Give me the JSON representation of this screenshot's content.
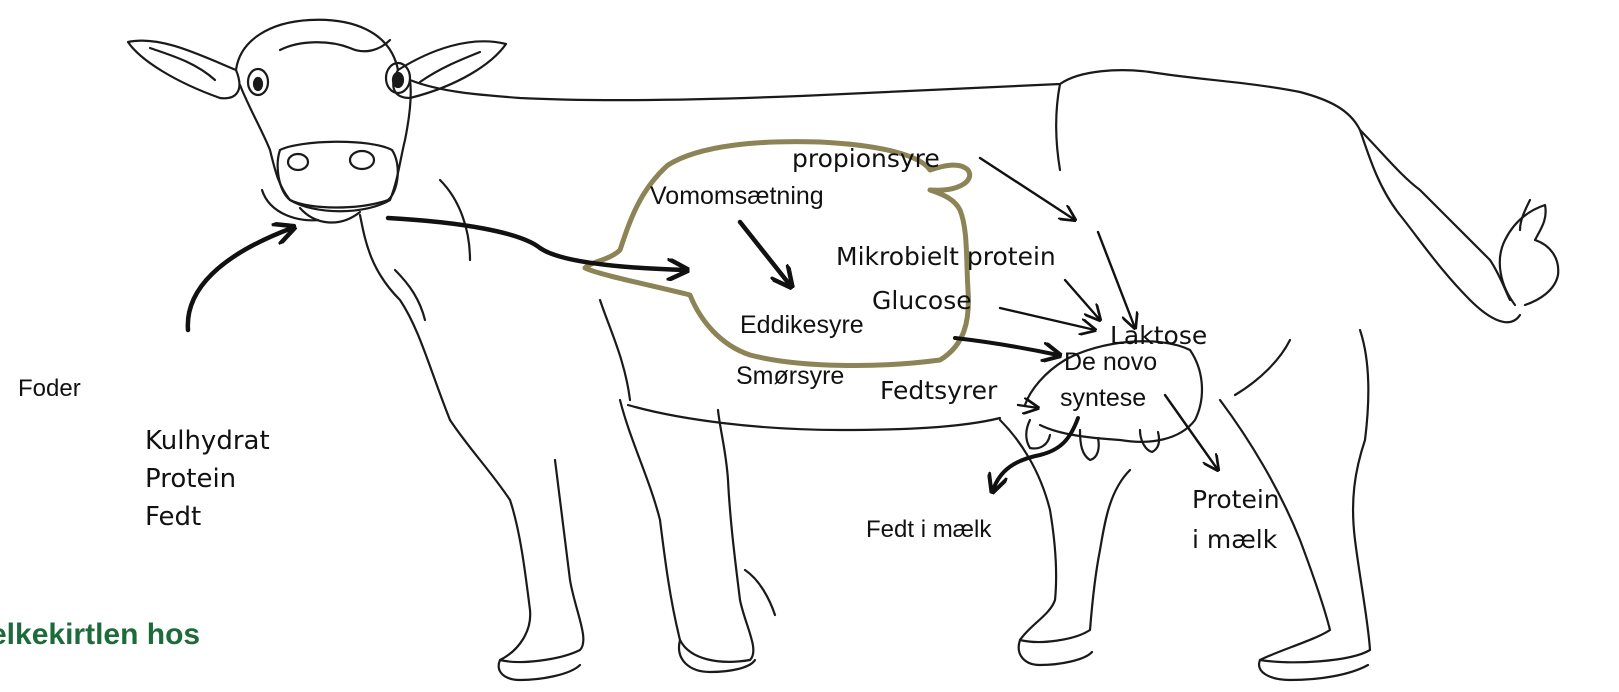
{
  "labels": {
    "foder": "Foder",
    "vomomsaetning": "Vomomsætning",
    "propionsyre": "propionsyre",
    "mikrobielt_protein": "Mikrobielt protein",
    "glucose": "Glucose",
    "laktose": "Laktose",
    "eddikesyre": "Eddikesyre",
    "smorsyre": "Smørsyre",
    "fedtsyrer": "Fedtsyrer",
    "de_novo_line1": "De novo",
    "de_novo_line2": "syntese",
    "fedt_i_maelk": "Fedt i mælk",
    "protein_i_maelk_line1": "Protein",
    "protein_i_maelk_line2": "i mælk"
  },
  "feed_components": [
    "Kulhydrat",
    "Protein",
    "Fedt"
  ],
  "caption": "elkekirtlen hos",
  "colors": {
    "outline": "#1a1a1a",
    "rumen": "#8c8456",
    "caption": "#1d6b3a"
  }
}
